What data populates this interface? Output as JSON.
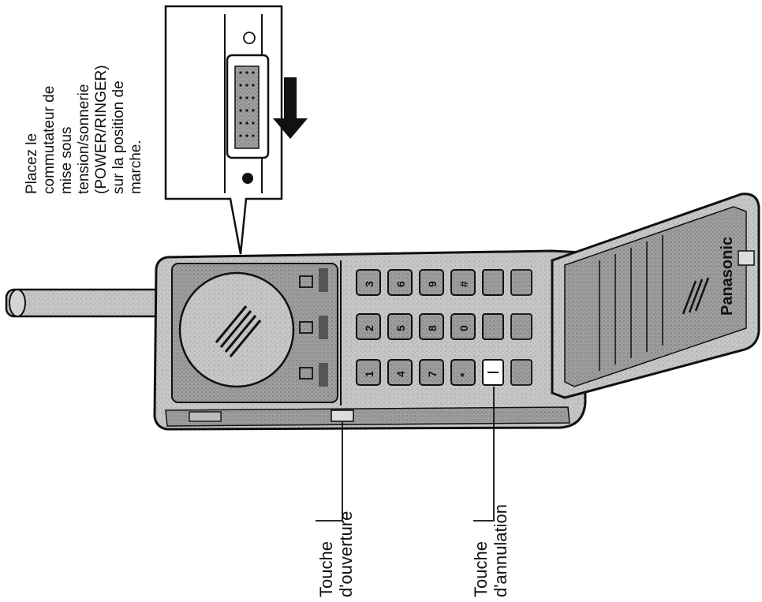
{
  "callout": {
    "lines": [
      "Placez le",
      "commutateur de",
      "mise sous",
      "tension/sonnerie",
      "(POWER/RINGER)",
      "sur la position de",
      "marche."
    ]
  },
  "labels": {
    "open_key": {
      "line1": "Touche",
      "line2": "d'ouverture"
    },
    "cancel_key": {
      "line1": "Touche",
      "line2": "d'annulation"
    }
  },
  "device": {
    "brand": "Panasonic",
    "keypad_labels": [
      "1",
      "2",
      "3",
      "4",
      "5",
      "6",
      "7",
      "8",
      "9",
      "*",
      "0",
      "#"
    ]
  },
  "colors": {
    "line": "#111111",
    "body_fill": "#c9c9c9",
    "body_dark": "#8a8a8a",
    "accent_white": "#ffffff"
  }
}
